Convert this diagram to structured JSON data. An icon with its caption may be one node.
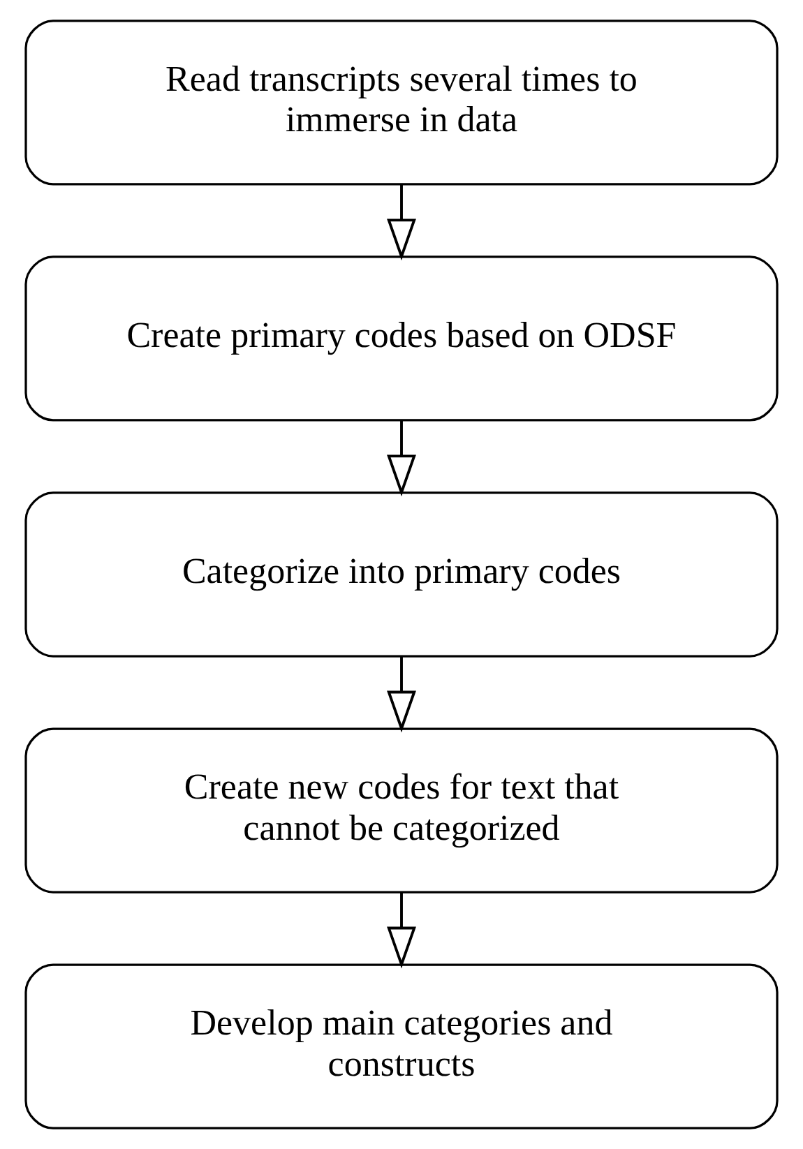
{
  "diagram": {
    "nodes": [
      {
        "text": [
          "Read transcripts several times to immerse in data"
        ]
      },
      {
        "text": [
          "Create primary codes based on ODSF"
        ]
      },
      {
        "text": [
          "Categorize into primary codes"
        ]
      },
      {
        "text": [
          "Create new codes for text that cannot be categorized"
        ]
      },
      {
        "text": [
          "Develop main categories and constructs"
        ]
      }
    ],
    "edges": [
      {
        "from": 0,
        "to": 1,
        "arrow": "to"
      },
      {
        "from": 1,
        "to": 2,
        "arrow": "to"
      },
      {
        "from": 2,
        "to": 3,
        "arrow": "to"
      },
      {
        "from": 3,
        "to": 4,
        "arrow": "to"
      }
    ]
  }
}
